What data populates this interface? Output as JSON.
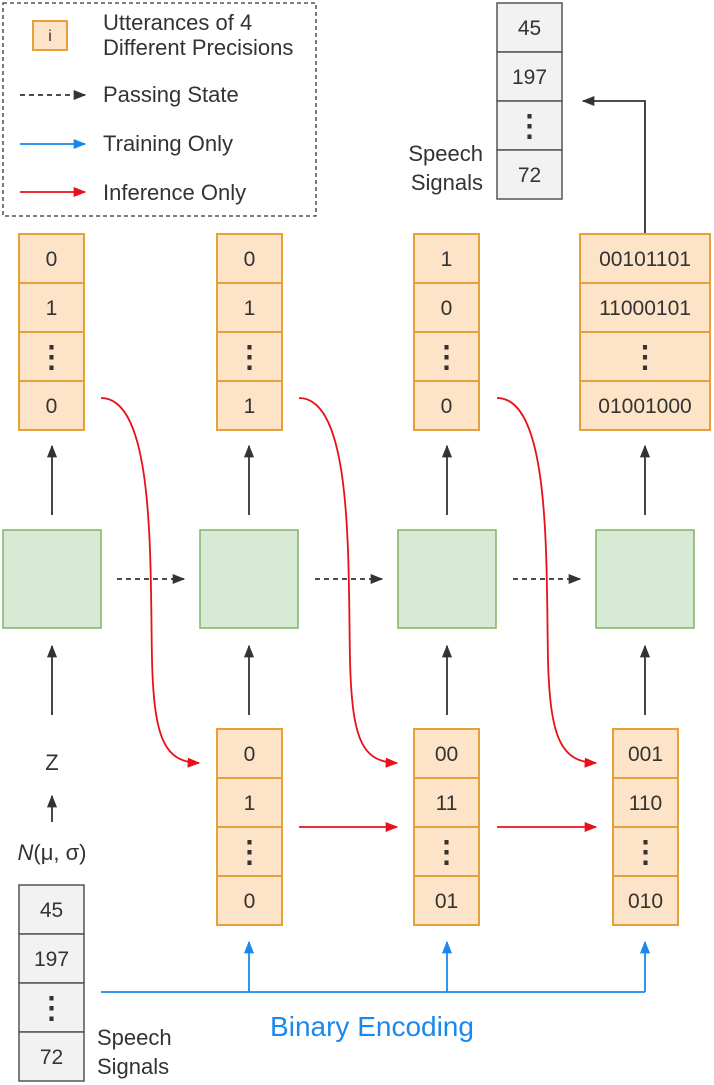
{
  "legend": {
    "icon_text": "i",
    "utterances": [
      "Utterances of  4",
      "Different Precisions"
    ],
    "passing_state": "Passing State",
    "training_only": "Training Only",
    "inference_only": "Inference Only"
  },
  "top_outputs": [
    [
      "0",
      "1",
      "⋮",
      "0"
    ],
    [
      "0",
      "1",
      "⋮",
      "1"
    ],
    [
      "1",
      "0",
      "⋮",
      "0"
    ],
    [
      "00101101",
      "11000101",
      "⋮",
      "01001000"
    ]
  ],
  "bottom_inputs": [
    [
      "0",
      "1",
      "⋮",
      "0"
    ],
    [
      "00",
      "11",
      "⋮",
      "01"
    ],
    [
      "001",
      "110",
      "⋮",
      "010"
    ]
  ],
  "output_signal": {
    "values": [
      "45",
      "197",
      "⋮",
      "72"
    ],
    "label": [
      "Speech",
      "Signals"
    ]
  },
  "input_signal": {
    "values": [
      "45",
      "197",
      "⋮",
      "72"
    ],
    "label": [
      "Speech",
      "Signals"
    ]
  },
  "latent": {
    "z": "Z",
    "dist_n": "N",
    "dist_params": "(μ, σ)"
  },
  "binary_encoding": "Binary Encoding",
  "colors": {
    "cell_fill": "#fde3c7",
    "cell_stroke": "#e2a13b",
    "rnn_fill": "#d7ead3",
    "rnn_stroke": "#82b366",
    "inference": "#e8111b",
    "training": "#1a88ec",
    "state": "#333333"
  }
}
